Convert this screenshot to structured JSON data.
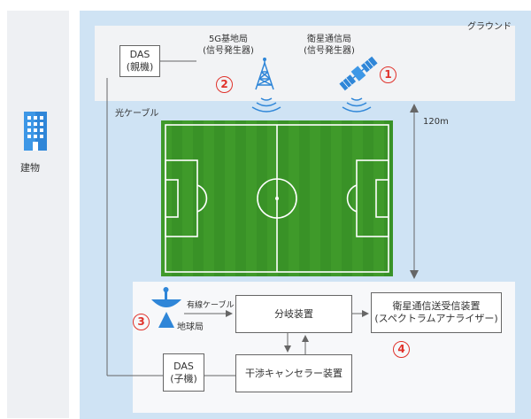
{
  "building": {
    "label": "建物"
  },
  "ground": {
    "label": "グラウンド"
  },
  "das_parent": {
    "line1": "DAS",
    "line2": "(親機)"
  },
  "base_station": {
    "line1": "5G基地局",
    "line2": "(信号発生器)"
  },
  "satellite": {
    "line1": "衛星通信局",
    "line2": "(信号発生器)"
  },
  "optical_cable": {
    "label": "光ケーブル"
  },
  "distance": {
    "label": "120m"
  },
  "wired_cable": {
    "label": "有線ケーブル"
  },
  "earth_station": {
    "label": "地球局"
  },
  "splitter": {
    "label": "分岐装置"
  },
  "receiver": {
    "line1": "衛星通信送受信装置",
    "line2": "(スペクトラムアナライザー)"
  },
  "das_child": {
    "line1": "DAS",
    "line2": "(子機)"
  },
  "canceller": {
    "label": "干渉キャンセラー装置"
  },
  "markers": {
    "m1": "1",
    "m2": "2",
    "m3": "3",
    "m4": "4"
  },
  "colors": {
    "accent_red": "#e0322b",
    "field_green": "#3f9a2a",
    "ground_blue": "#cfe3f4",
    "icon_blue": "#3f8fd8"
  }
}
